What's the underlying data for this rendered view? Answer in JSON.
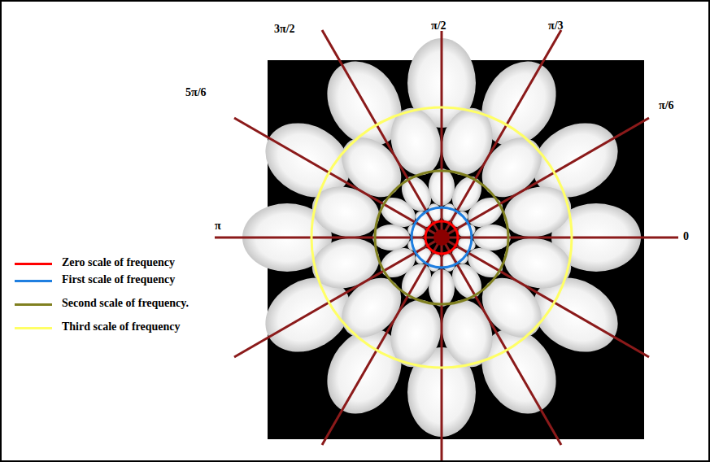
{
  "diagram": {
    "labels": [
      "3π/2",
      "π/2",
      "π/3",
      "π/6",
      "5π/6",
      "π",
      "0"
    ],
    "legend": [
      {
        "text": "Zero scale of frequency",
        "color": "#ff0000"
      },
      {
        "text": "First scale of frequency",
        "color": "#1f7fe0"
      },
      {
        "text": "Second scale of frequency.",
        "color": "#808020"
      },
      {
        "text": "Third scale of frequency",
        "color": "#ffff66"
      }
    ]
  }
}
